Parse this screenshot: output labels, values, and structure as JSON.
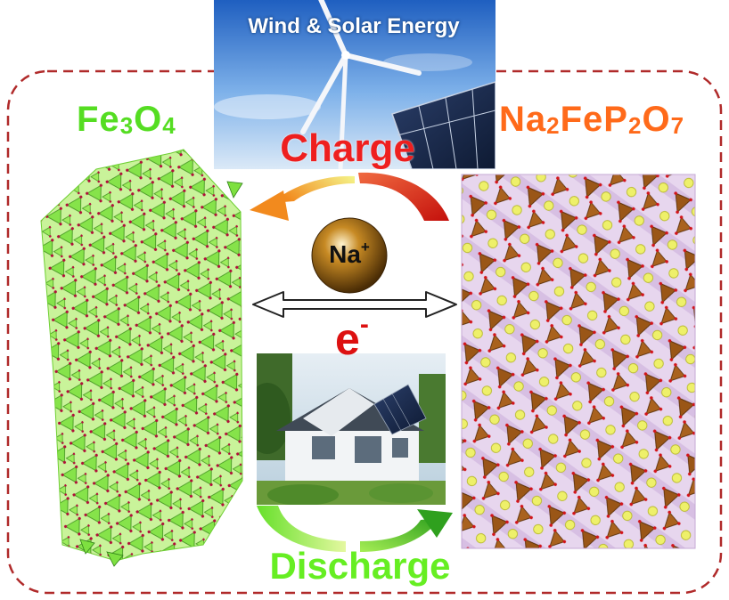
{
  "fe3o4": {
    "prefix": "Fe",
    "sub1": "3",
    "mid": "O",
    "sub2": "4"
  },
  "na2fep2o7": {
    "p1": "Na",
    "s1": "2",
    "p2": "FeP",
    "s2": "2",
    "p3": "O",
    "s3": "7"
  },
  "energy_source": {
    "title": "Wind & Solar Energy"
  },
  "charge_label": "Charge",
  "discharge_label": "Discharge",
  "ion": {
    "symbol": "Na",
    "charge": "+"
  },
  "electron": {
    "symbol": "e",
    "charge": "-"
  },
  "colors": {
    "fe3o4_green": "#55dd22",
    "na2fep2o7_orange": "#ff6a1a",
    "charge_red": "#ee1f1f",
    "discharge_green": "#66ee22",
    "border_dash": "#b02a2a",
    "ion_brown": "#8a5a0c"
  }
}
